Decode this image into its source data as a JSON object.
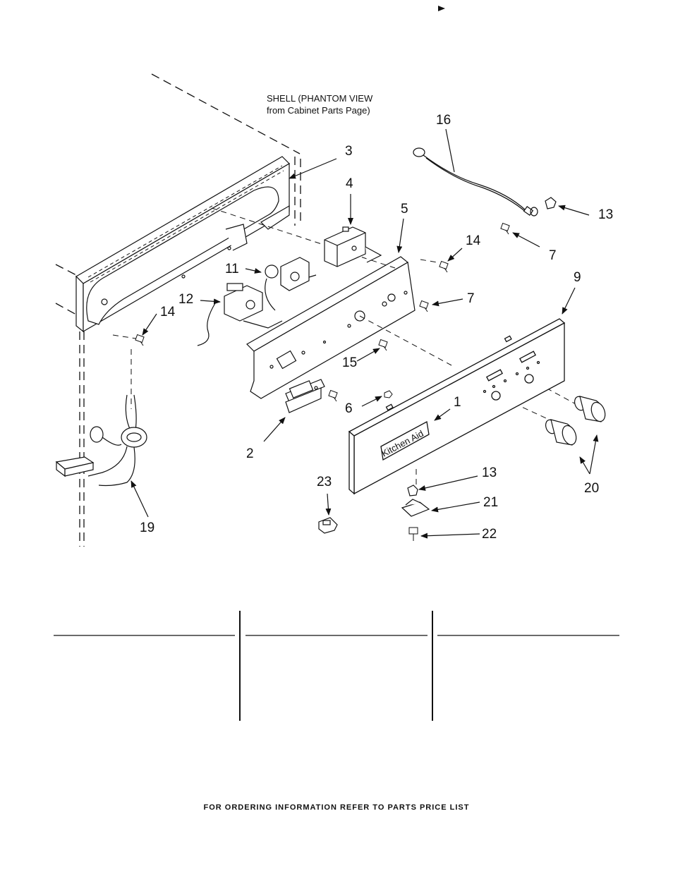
{
  "shell_label": {
    "line1": "SHELL (PHANTOM VIEW",
    "line2": "from Cabinet Parts Page)"
  },
  "brand_badge": "Kitchen Aid",
  "callouts": {
    "c1": "1",
    "c2": "2",
    "c3": "3",
    "c4": "4",
    "c5": "5",
    "c6": "6",
    "c7a": "7",
    "c7b": "7",
    "c9": "9",
    "c11": "11",
    "c12": "12",
    "c13a": "13",
    "c13b": "13",
    "c14a": "14",
    "c14b": "14",
    "c15": "15",
    "c16": "16",
    "c19": "19",
    "c20": "20",
    "c21": "21",
    "c22": "22",
    "c23": "23"
  },
  "footer": "FOR ORDERING INFORMATION REFER TO PARTS PRICE LIST"
}
